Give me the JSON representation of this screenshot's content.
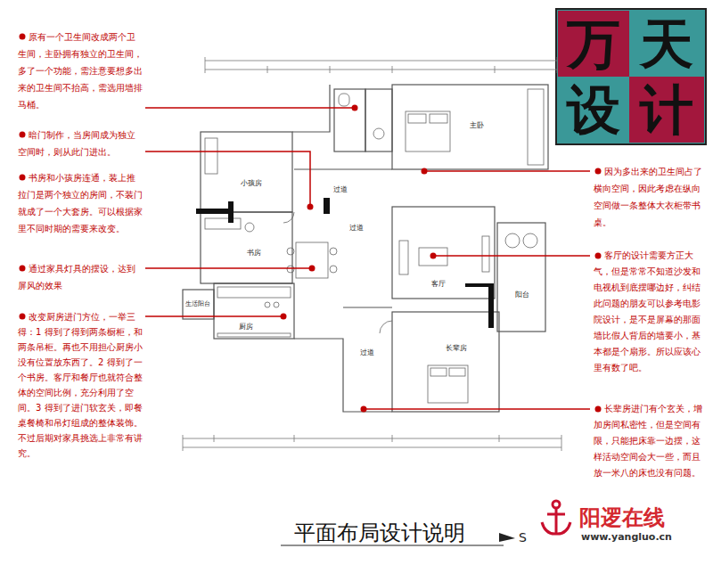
{
  "diagram": {
    "title": "平面布局设计说明",
    "nodes": [
      {
        "text": [
          "万"
        ]
      },
      {
        "text": [
          "天"
        ]
      },
      {
        "text": [
          "设"
        ]
      },
      {
        "text": [
          "计"
        ]
      }
    ],
    "labels": [
      "原有一个卫生间改成两个卫生间，主卧拥有独立的卫生间，多了一个功能，需注意要想多出来的卫生间不抬高，需选用墙排马桶。",
      "暗门制作，当房间成为独立空间时，则从此门进出。",
      "书房和小孩房连通，装上推拉门是两个独立的房间，不装门就成了一个大套房。可以根据家里不同时期的需要来改变。",
      "通过家具灯具的摆设，达到屏风的效果",
      "改变厨房进门方位，一举三得：1 得到了得到两条橱柜，和两条吊柜。再也不用担心厨房小没有位置放东西了。2 得到了一个书房。客厅和餐厅也就符合整体的空间比例，充分利用了空间。3 得到了进门软玄关，即餐桌餐椅和吊灯组成的整体装饰。不过后期对家具挑选上非常有讲究。",
      "因为多出来的卫生间占了横向空间，因此考虑在纵向空间做一条整体大衣柜带书桌。",
      "客厅的设计需要方正大气，但是常常不知道沙发和电视机到底摆哪边好，纠结此问题的朋友可以参考电影院设计，是不是屏幕的那面墙比假人背后的墙要小，基本都是个扇形。所以应该心里有数了吧。",
      "长辈房进门有个玄关，增加房间私密性，但是空间有限，只能把床靠一边摆，这样活动空间会大一些，而且放一米八的床也没有问题。",
      "主卧",
      "过道",
      "小孩房",
      "书房",
      "厨房",
      "生活阳台",
      "过道",
      "客厅",
      "阳台",
      "长辈房",
      "过道",
      "S",
      "阳逻在线",
      "www.yangluo.cn"
    ]
  }
}
